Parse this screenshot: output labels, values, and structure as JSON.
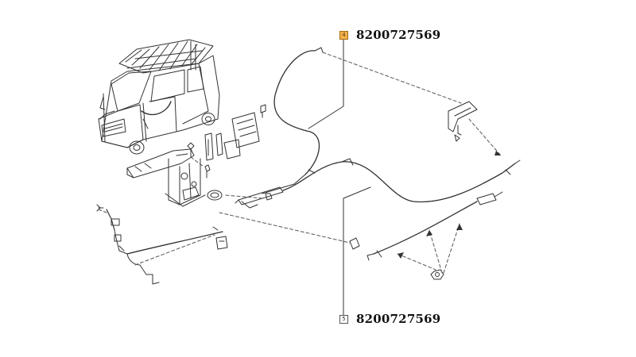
{
  "callouts": [
    {
      "index": "4",
      "part_number": "8200727569",
      "highlighted": true
    },
    {
      "index": "5",
      "part_number": "8200727569",
      "highlighted": false
    }
  ],
  "colors": {
    "highlight": "#f3b24a",
    "line": "#333333"
  }
}
